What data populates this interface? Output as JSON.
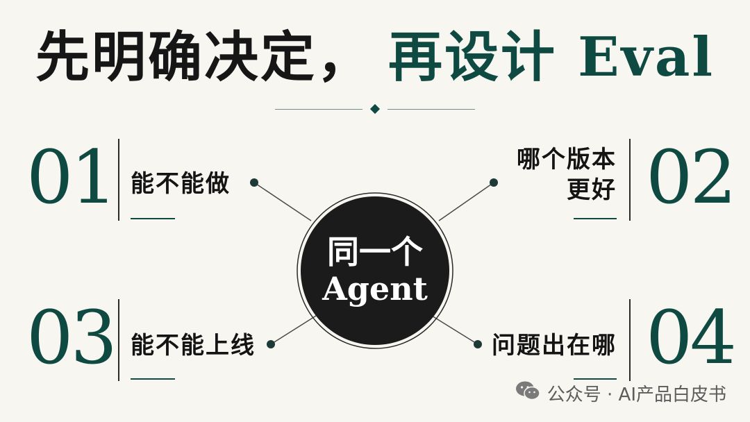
{
  "title": {
    "part1": "先明确决定，",
    "part2": "再设计 Eval"
  },
  "center": {
    "line1": "同一个",
    "line2": "Agent"
  },
  "items": [
    {
      "number": "01",
      "label": "能不能做"
    },
    {
      "number": "02",
      "label_line1": "哪个版本",
      "label_line2": "更好"
    },
    {
      "number": "03",
      "label": "能不能上线"
    },
    {
      "number": "04",
      "label": "问题出在哪"
    }
  ],
  "colors": {
    "accent": "#0f4a42",
    "dark": "#1b1b1b",
    "background": "#f8f6f0"
  },
  "watermark": {
    "icon": "wechat-icon",
    "text": "公众号 · AI产品白皮书"
  }
}
